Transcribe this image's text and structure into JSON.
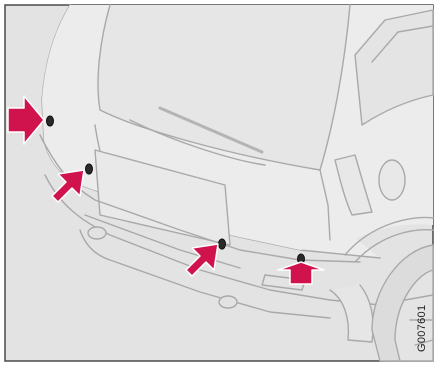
{
  "figure": {
    "code": "G007601",
    "colors": {
      "background": "#e3e3e3",
      "body_fill": "#ececec",
      "line": "#a9a9a9",
      "arrow": "#d0134d",
      "sensor": "#2a2a2a",
      "frame": "#4a4a4a"
    },
    "arrows": [
      {
        "id": "rear-left-corner",
        "direction": "right"
      },
      {
        "id": "rear-left-inner",
        "direction": "up-right"
      },
      {
        "id": "rear-right-inner",
        "direction": "up-right"
      },
      {
        "id": "rear-right-corner",
        "direction": "up"
      }
    ]
  }
}
